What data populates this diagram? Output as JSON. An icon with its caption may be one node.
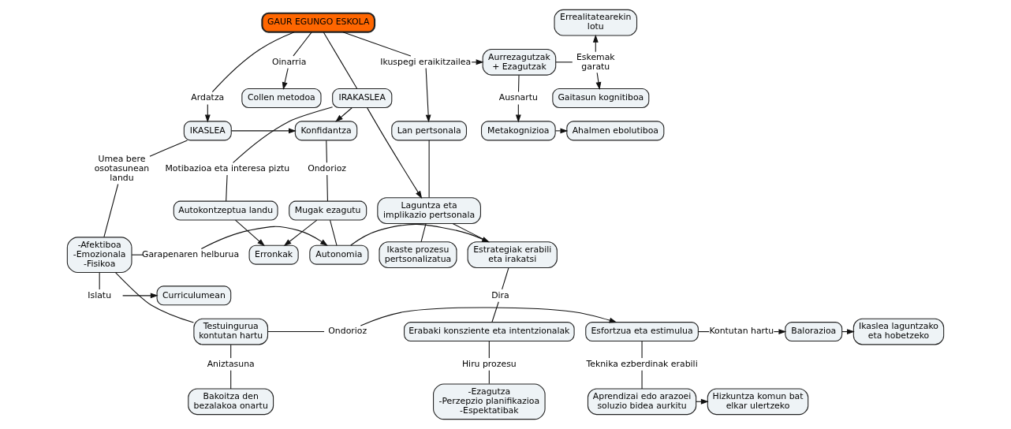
{
  "diagram": {
    "nodes": [
      {
        "text": [
          "GAUR EGUNGO ESKOLA"
        ]
      },
      {
        "text": [
          "Errealitatearekin lotu"
        ]
      },
      {
        "text": [
          "Collen metodoa"
        ]
      },
      {
        "text": [
          "Oinarria"
        ]
      },
      {
        "text": [
          "Ikuspegi eraikitzailea"
        ]
      },
      {
        "text": [
          "Aurrezagutzak + Ezagutzak"
        ]
      },
      {
        "text": [
          "Eskemak garatu"
        ]
      },
      {
        "text": [
          "Gaitasun kognitiboa"
        ]
      },
      {
        "text": [
          "Ardatza"
        ]
      },
      {
        "text": [
          "Ausnartu"
        ]
      },
      {
        "text": [
          "IKASLEA"
        ]
      },
      {
        "text": [
          "Konfidantza"
        ]
      },
      {
        "text": [
          "IRAKASLEA"
        ]
      },
      {
        "text": [
          "Lan pertsonala"
        ]
      },
      {
        "text": [
          "Metakognizioa"
        ]
      },
      {
        "text": [
          "Ahalmen ebolutiboa"
        ]
      },
      {
        "text": [
          "Umea bere osotasunean landu"
        ]
      },
      {
        "text": [
          "Ondorioz"
        ]
      },
      {
        "text": [
          "Motibazioa eta interesa piztu"
        ]
      },
      {
        "text": [
          "Laguntza eta implikazio pertsonala"
        ]
      },
      {
        "text": [
          "Mugak ezagutu"
        ]
      },
      {
        "text": [
          "Autokontzeptua landu"
        ]
      },
      {
        "text": [
          "Erronkak"
        ]
      },
      {
        "text": [
          "-Afektiboa -Emozionala -Fisikoa"
        ]
      },
      {
        "text": [
          "Garapenaren helburua"
        ]
      },
      {
        "text": [
          "Autonomia"
        ]
      },
      {
        "text": [
          "Estrategiak erabili eta irakatsi"
        ]
      },
      {
        "text": [
          "Ikaste prozesu pertsonalizatua"
        ]
      },
      {
        "text": [
          "Islatu"
        ]
      },
      {
        "text": [
          "Curriculumean"
        ]
      },
      {
        "text": [
          "Dira"
        ]
      },
      {
        "text": [
          "Testuingurua kontutan hartu"
        ]
      },
      {
        "text": [
          "Ondorioz"
        ]
      },
      {
        "text": [
          "Esfortzua eta estimulua"
        ]
      },
      {
        "text": [
          "Kontutan hartu"
        ]
      },
      {
        "text": [
          "Balorazioa"
        ]
      },
      {
        "text": [
          "Ikaslea laguntzako eta hobetzeko"
        ]
      },
      {
        "text": [
          "Erabaki konsziente eta intentzionalak"
        ]
      },
      {
        "text": [
          "Teknika ezberdinak erabili"
        ]
      },
      {
        "text": [
          "Aniztasuna"
        ]
      },
      {
        "text": [
          "Hiru prozesu"
        ]
      },
      {
        "text": [
          "Aprendizai edo arazoei soluzio bidea aurkitu"
        ]
      },
      {
        "text": [
          "Hizkuntza komun bat elkar ulertzeko"
        ]
      },
      {
        "text": [
          "Bakoitza den bezalakoa onartu"
        ]
      },
      {
        "text": [
          "-Ezagutza -Perzepzio planifikazioa -Espektatibak"
        ]
      }
    ],
    "edges": [
      {
        "from": 0,
        "to": 3,
        "arrow": "none"
      },
      {
        "from": 3,
        "to": 2,
        "arrow": "to"
      },
      {
        "from": 0,
        "to": 8,
        "arrow": "none"
      },
      {
        "from": 8,
        "to": 10,
        "arrow": "to"
      },
      {
        "from": 0,
        "to": 4,
        "arrow": "none"
      },
      {
        "from": 4,
        "to": 5,
        "arrow": "to"
      },
      {
        "from": 4,
        "to": 13,
        "arrow": "to"
      },
      {
        "from": 0,
        "to": 12,
        "arrow": "none"
      },
      {
        "from": 5,
        "to": 6,
        "arrow": "none"
      },
      {
        "from": 6,
        "to": 1,
        "arrow": "to"
      },
      {
        "from": 6,
        "to": 7,
        "arrow": "to"
      },
      {
        "from": 5,
        "to": 9,
        "arrow": "none"
      },
      {
        "from": 9,
        "to": 14,
        "arrow": "to"
      },
      {
        "from": 14,
        "to": 15,
        "arrow": "to"
      },
      {
        "from": 10,
        "to": 11,
        "arrow": "to"
      },
      {
        "from": 12,
        "to": 11,
        "arrow": "to"
      },
      {
        "from": 12,
        "to": 19,
        "arrow": "to"
      },
      {
        "from": 12,
        "to": 18,
        "arrow": "none"
      },
      {
        "from": 18,
        "to": 21,
        "arrow": "none"
      },
      {
        "from": 21,
        "to": 22,
        "arrow": "to"
      },
      {
        "from": 11,
        "to": 17,
        "arrow": "none"
      },
      {
        "from": 17,
        "to": 20,
        "arrow": "none"
      },
      {
        "from": 20,
        "to": 22,
        "arrow": "to"
      },
      {
        "from": 20,
        "to": 25,
        "arrow": "none"
      },
      {
        "from": 25,
        "to": 26,
        "arrow": "to"
      },
      {
        "from": 13,
        "to": 19,
        "arrow": "none"
      },
      {
        "from": 19,
        "to": 26,
        "arrow": "none"
      },
      {
        "from": 19,
        "to": 27,
        "arrow": "none"
      },
      {
        "from": 26,
        "to": 30,
        "arrow": "none"
      },
      {
        "from": 30,
        "to": 37,
        "arrow": "none"
      },
      {
        "from": 37,
        "to": 40,
        "arrow": "none"
      },
      {
        "from": 40,
        "to": 44,
        "arrow": "none"
      },
      {
        "from": 10,
        "to": 16,
        "arrow": "none"
      },
      {
        "from": 16,
        "to": 23,
        "arrow": "none"
      },
      {
        "from": 23,
        "to": 24,
        "arrow": "none"
      },
      {
        "from": 24,
        "to": 25,
        "arrow": "to"
      },
      {
        "from": 23,
        "to": 28,
        "arrow": "none"
      },
      {
        "from": 28,
        "to": 29,
        "arrow": "to"
      },
      {
        "from": 23,
        "to": 31,
        "arrow": "none"
      },
      {
        "from": 31,
        "to": 32,
        "arrow": "none"
      },
      {
        "from": 32,
        "to": 33,
        "arrow": "to"
      },
      {
        "from": 31,
        "to": 39,
        "arrow": "none"
      },
      {
        "from": 39,
        "to": 43,
        "arrow": "none"
      },
      {
        "from": 33,
        "to": 34,
        "arrow": "none"
      },
      {
        "from": 34,
        "to": 35,
        "arrow": "to"
      },
      {
        "from": 35,
        "to": 36,
        "arrow": "to"
      },
      {
        "from": 33,
        "to": 38,
        "arrow": "none"
      },
      {
        "from": 38,
        "to": 41,
        "arrow": "none"
      },
      {
        "from": 41,
        "to": 42,
        "arrow": "to"
      }
    ]
  }
}
